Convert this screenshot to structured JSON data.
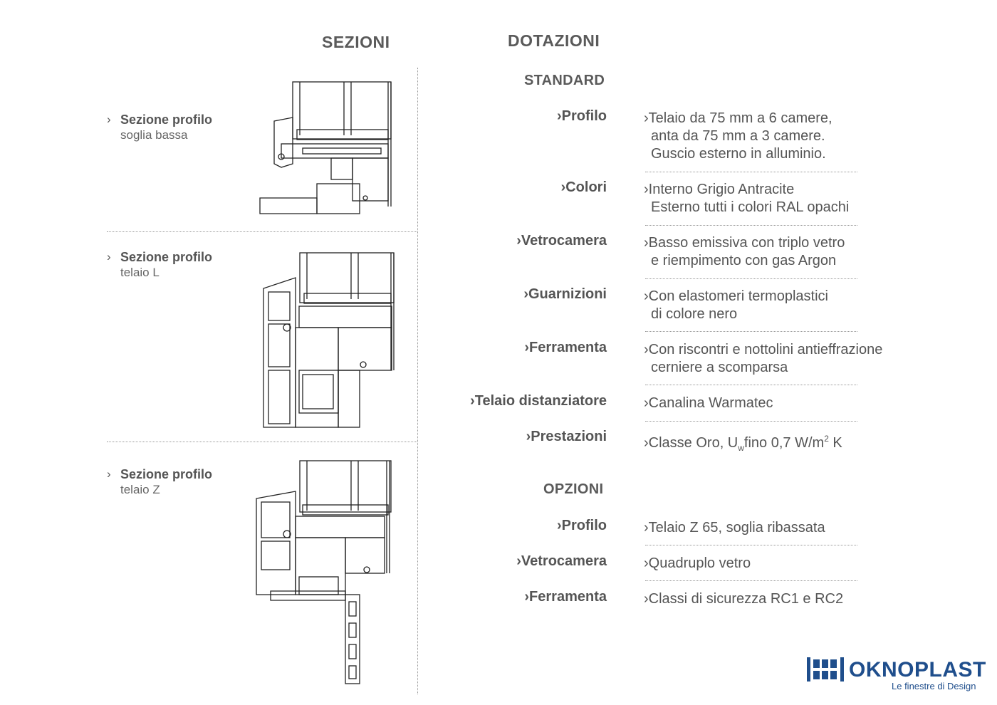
{
  "headers": {
    "sezioni": "SEZIONI",
    "dotazioni": "DOTAZIONI"
  },
  "sections": [
    {
      "title": "Sezione profilo",
      "subtitle": "soglia bassa"
    },
    {
      "title": "Sezione profilo",
      "subtitle": "telaio L"
    },
    {
      "title": "Sezione profilo",
      "subtitle": "telaio Z"
    }
  ],
  "standard": {
    "heading": "STANDARD",
    "rows": [
      {
        "label": "›Profilo",
        "lines": [
          "›Telaio da 75 mm a 6 camere,",
          "anta da 75 mm a 3 camere.",
          "Guscio esterno in alluminio."
        ]
      },
      {
        "label": "›Colori",
        "lines": [
          "›Interno Grigio Antracite",
          "Esterno tutti i colori RAL opachi"
        ]
      },
      {
        "label": "›Vetrocamera",
        "lines": [
          "›Basso emissiva con triplo vetro",
          "e riempimento con gas Argon"
        ]
      },
      {
        "label": "›Guarnizioni",
        "lines": [
          "›Con elastomeri termoplastici",
          "di colore nero"
        ]
      },
      {
        "label": "›Ferramenta",
        "lines": [
          "›Con riscontri e nottolini antieffrazione",
          "cerniere a scomparsa"
        ]
      },
      {
        "label": "›Telaio distanziatore",
        "lines": [
          "›Canalina Warmatec"
        ]
      },
      {
        "label": "›Prestazioni",
        "value_prefix": "›Classe Oro,  U",
        "value_sub": "w",
        "value_mid": "fino 0,7 W/m",
        "value_sup": "2",
        "value_suffix": " K"
      }
    ]
  },
  "opzioni": {
    "heading": "OPZIONI",
    "rows": [
      {
        "label": "›Profilo",
        "lines": [
          "›Telaio Z 65, soglia ribassata"
        ]
      },
      {
        "label": "›Vetrocamera",
        "lines": [
          "›Quadruplo vetro"
        ]
      },
      {
        "label": "›Ferramenta",
        "lines": [
          "›Classi di sicurezza RC1 e RC2"
        ]
      }
    ]
  },
  "logo": {
    "name": "OKNOPLAST",
    "tagline": "Le finestre di Design",
    "color": "#1f4e8c"
  },
  "icons": {
    "bullet": "chevron-right-icon"
  }
}
